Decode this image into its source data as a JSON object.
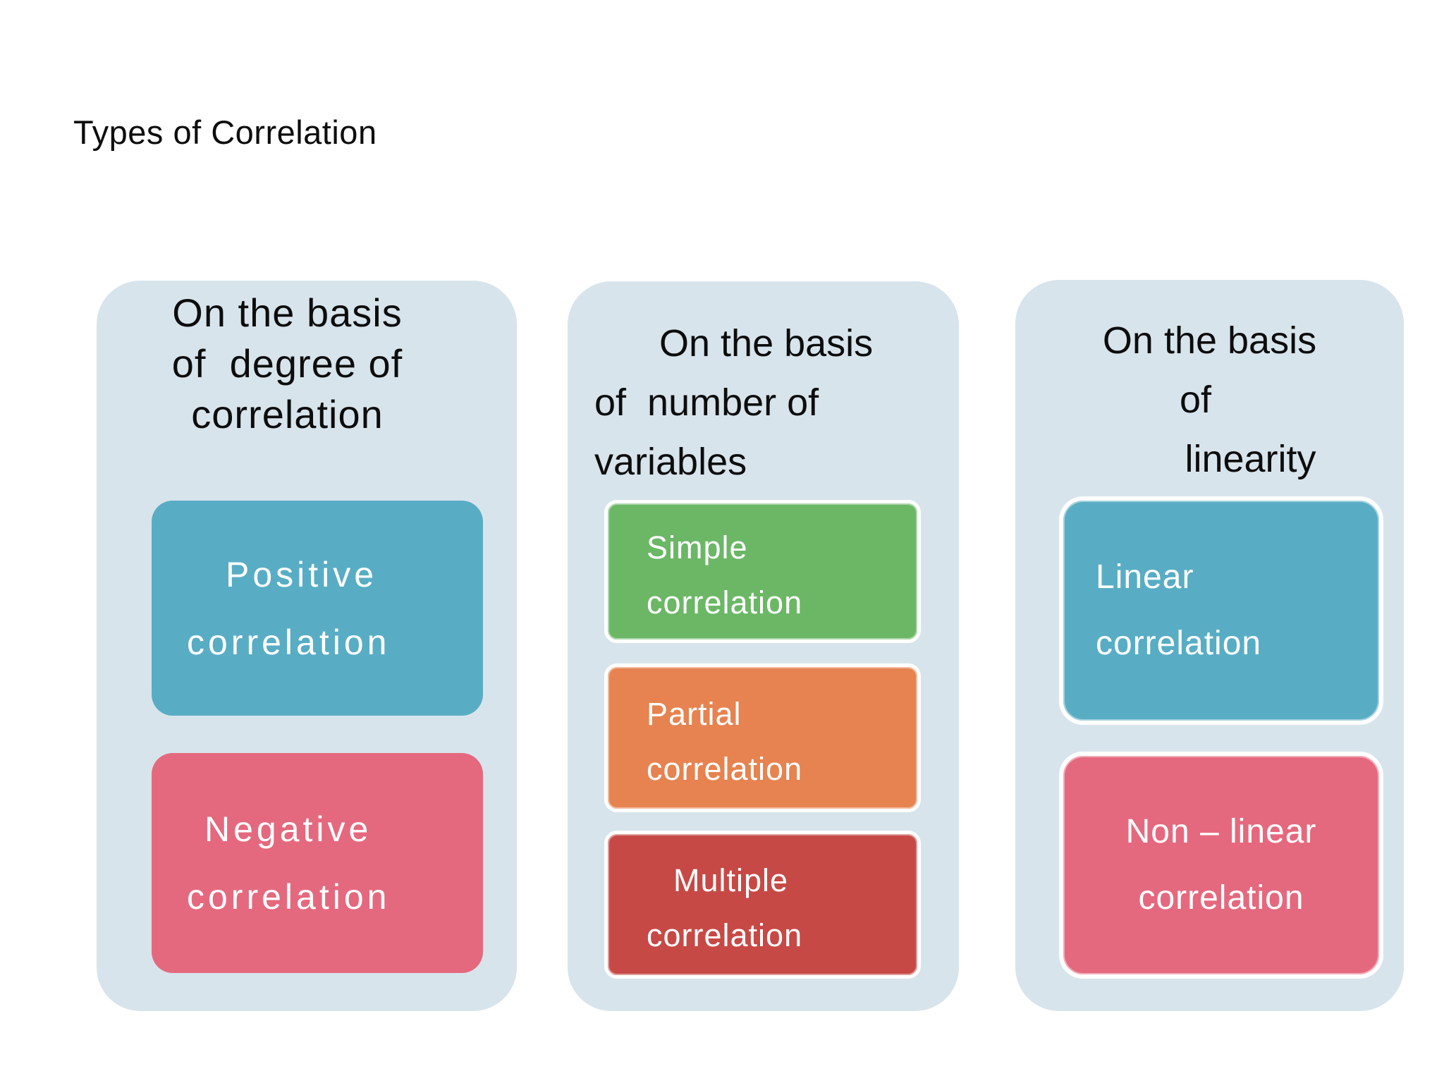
{
  "title": "Types of Correlation",
  "colors": {
    "page_bg": "#ffffff",
    "column_bg": "#d8e4ec",
    "teal": "#58adc4",
    "pink": "#e5697e",
    "green": "#6bb766",
    "orange": "#e68350",
    "red": "#c74946",
    "header_text": "#0d0d0d",
    "box_text": "#ffffff"
  },
  "columns": [
    {
      "id": "degree",
      "header_lines": [
        "On the basis",
        "of  degree of",
        "correlation"
      ],
      "boxes": [
        {
          "name": "positive-correlation",
          "label": "Positive\ncorrelation",
          "color": "#58adc4"
        },
        {
          "name": "negative-correlation",
          "label": "Negative\ncorrelation",
          "color": "#e5697e"
        }
      ]
    },
    {
      "id": "number-of-variables",
      "header_lines": [
        "On the basis",
        "of  number of",
        "variables"
      ],
      "boxes": [
        {
          "name": "simple-correlation",
          "label": "Simple\ncorrelation",
          "color": "#6bb766"
        },
        {
          "name": "partial-correlation",
          "label": "Partial\ncorrelation",
          "color": "#e68350"
        },
        {
          "name": "multiple-correlation",
          "label": "Multiple\ncorrelation",
          "color": "#c74946"
        }
      ]
    },
    {
      "id": "linearity",
      "header_lines": [
        "On the basis",
        "of",
        "linearity"
      ],
      "boxes": [
        {
          "name": "linear-correlation",
          "label": "Linear\ncorrelation",
          "color": "#58adc4"
        },
        {
          "name": "non-linear-correlation",
          "label": "Non – linear\ncorrelation",
          "color": "#e5697e"
        }
      ]
    }
  ]
}
